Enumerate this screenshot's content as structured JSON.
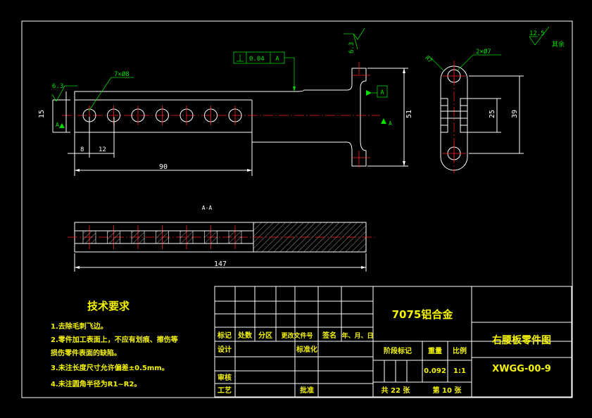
{
  "drawing": {
    "section_label": "A-A",
    "dims": {
      "holes_main": "7×Ø8",
      "holes_side": "2×Ø7",
      "width_15": "15",
      "pitch_8": "8",
      "pitch_12": "12",
      "length_90": "90",
      "height_51": "51",
      "total_147": "147",
      "side_25": "25",
      "side_39": "39",
      "datum_a": "A",
      "tol_value": "0.04",
      "rough_left": "6.3",
      "rough_top": "6.3",
      "rough_corner": "12.5",
      "rough_rest": "其余"
    }
  },
  "tech": {
    "title": "技术要求",
    "items": [
      "1.去除毛刺飞边。",
      "2.零件加工表面上，不应有划痕、擦伤等",
      "损伤零件表面的缺陷。",
      "3.未注长度尺寸允许偏差±0.5mm。",
      "4.未注圆角半径为R1~R2。"
    ]
  },
  "titleblock": {
    "material": "7075铝合金",
    "part_name": "右腰板零件图",
    "drawing_no": "XWGG-00-9",
    "rev_headers": [
      "标记",
      "处数",
      "分区",
      "更改文件号",
      "签名",
      "年、月、日"
    ],
    "design": "设计",
    "standard": "标准化",
    "check": "审核",
    "process": "工艺",
    "approve": "批准",
    "stage_mark": "阶段标记",
    "weight": "重量",
    "scale": "比例",
    "weight_val": "0.092",
    "scale_val": "1:1",
    "total_sheets": "共 22 张",
    "sheet_no": "第 10 张"
  }
}
